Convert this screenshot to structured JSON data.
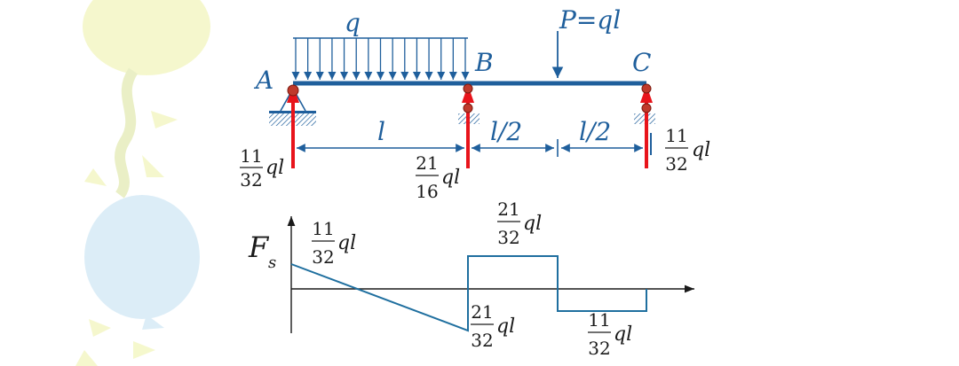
{
  "beam": {
    "q_label": "q",
    "p_label": "P=ql",
    "point_a": "A",
    "point_b": "B",
    "point_c": "C",
    "dim_ab": "l",
    "dim_b_p": "l/2",
    "dim_p_c": "l/2"
  },
  "reactions": {
    "a": {
      "num": "11",
      "den": "32",
      "unit": "ql"
    },
    "b": {
      "num": "21",
      "den": "16",
      "unit": "ql"
    },
    "c": {
      "num": "11",
      "den": "32",
      "unit": "ql"
    }
  },
  "shear_diagram": {
    "axis_label": "F",
    "axis_subscript": "s",
    "v_a": {
      "num": "11",
      "den": "32",
      "unit": "ql"
    },
    "v_b_left": {
      "num": "21",
      "den": "32",
      "unit": "ql"
    },
    "v_b_right": {
      "num": "21",
      "den": "32",
      "unit": "ql"
    },
    "v_c_left": {
      "num": "11",
      "den": "32",
      "unit": "ql"
    }
  },
  "colors": {
    "beam": "#1f5f9c",
    "reaction": "#e8141b",
    "pin": "#c0392b",
    "label": "#1f5f9c",
    "balloon_yellow": "#f4f7c8",
    "balloon_blue": "#d9ecf7"
  }
}
